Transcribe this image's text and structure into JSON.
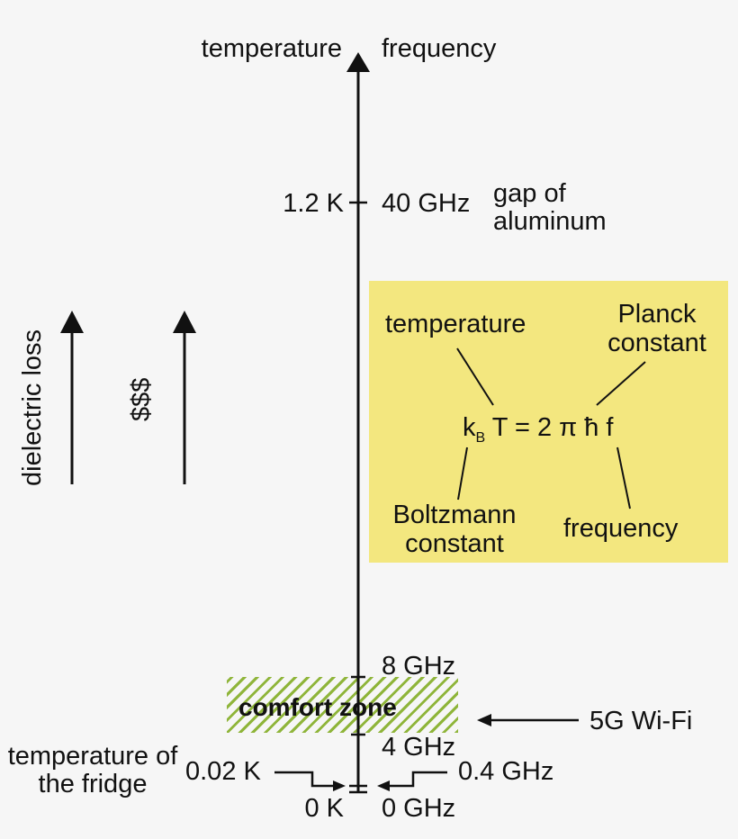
{
  "axis": {
    "left_title": "temperature",
    "right_title": "frequency"
  },
  "ticks": {
    "t1_left": "1.2 K",
    "t1_right": "40 GHz",
    "t1_note": "gap of aluminum",
    "t2_right": "8 GHz",
    "t3_right": "4 GHz",
    "t4_left": "0.02 K",
    "t4_right": "0.4 GHz",
    "t4_left_note": "temperature of the fridge",
    "zero_left": "0 K",
    "zero_right": "0 GHz"
  },
  "comfort_zone": "comfort zone",
  "wifi_label": "5G Wi-Fi",
  "side_arrows": {
    "dielectric": "dielectric loss",
    "cost": "$$$"
  },
  "equation_box": {
    "lhs_k": "k",
    "lhs_sub": "B",
    "rest": "T = 2 π ħ f",
    "label_temperature": "temperature",
    "label_planck": "Planck constant",
    "label_boltzmann": "Boltzmann constant",
    "label_frequency": "frequency"
  },
  "colors": {
    "box": "#f3e77f",
    "hatch": "#8fb53a"
  }
}
